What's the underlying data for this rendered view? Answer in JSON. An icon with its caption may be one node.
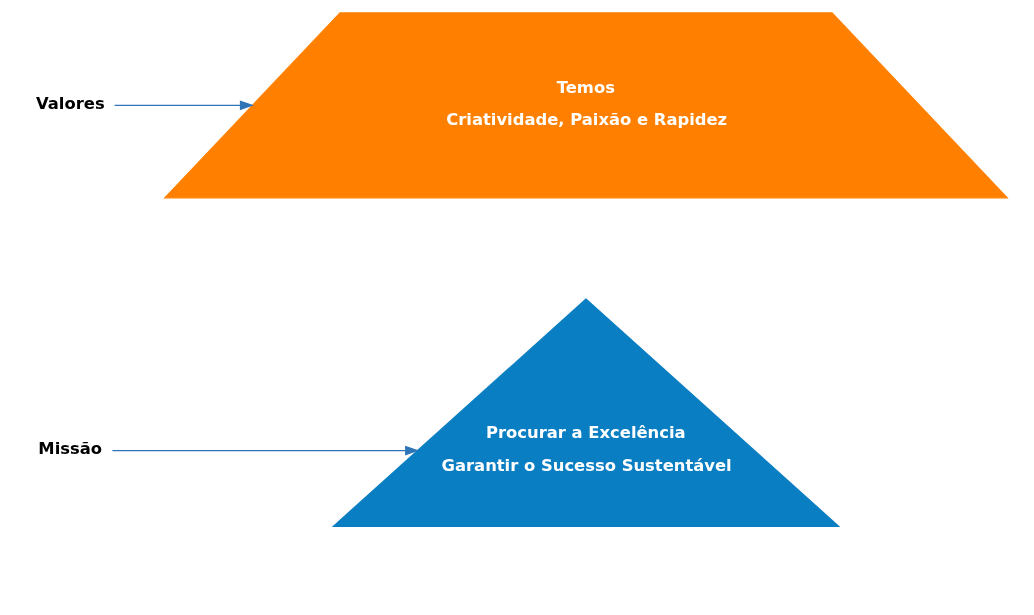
{
  "diagram": {
    "nodes": [
      {
        "text": [
          "Missão"
        ]
      },
      {
        "text": [
          "Procurar a Excelência",
          "Garantir o Sucesso Sustentável"
        ]
      },
      {
        "text": [
          "Valores"
        ]
      },
      {
        "text": [
          "Temos",
          "Criatividade, Paixão e Rapidez"
        ]
      }
    ],
    "edges": [
      {
        "from": 0,
        "to": 1,
        "arrow": "to"
      },
      {
        "from": 2,
        "to": 3,
        "arrow": "to"
      }
    ]
  }
}
